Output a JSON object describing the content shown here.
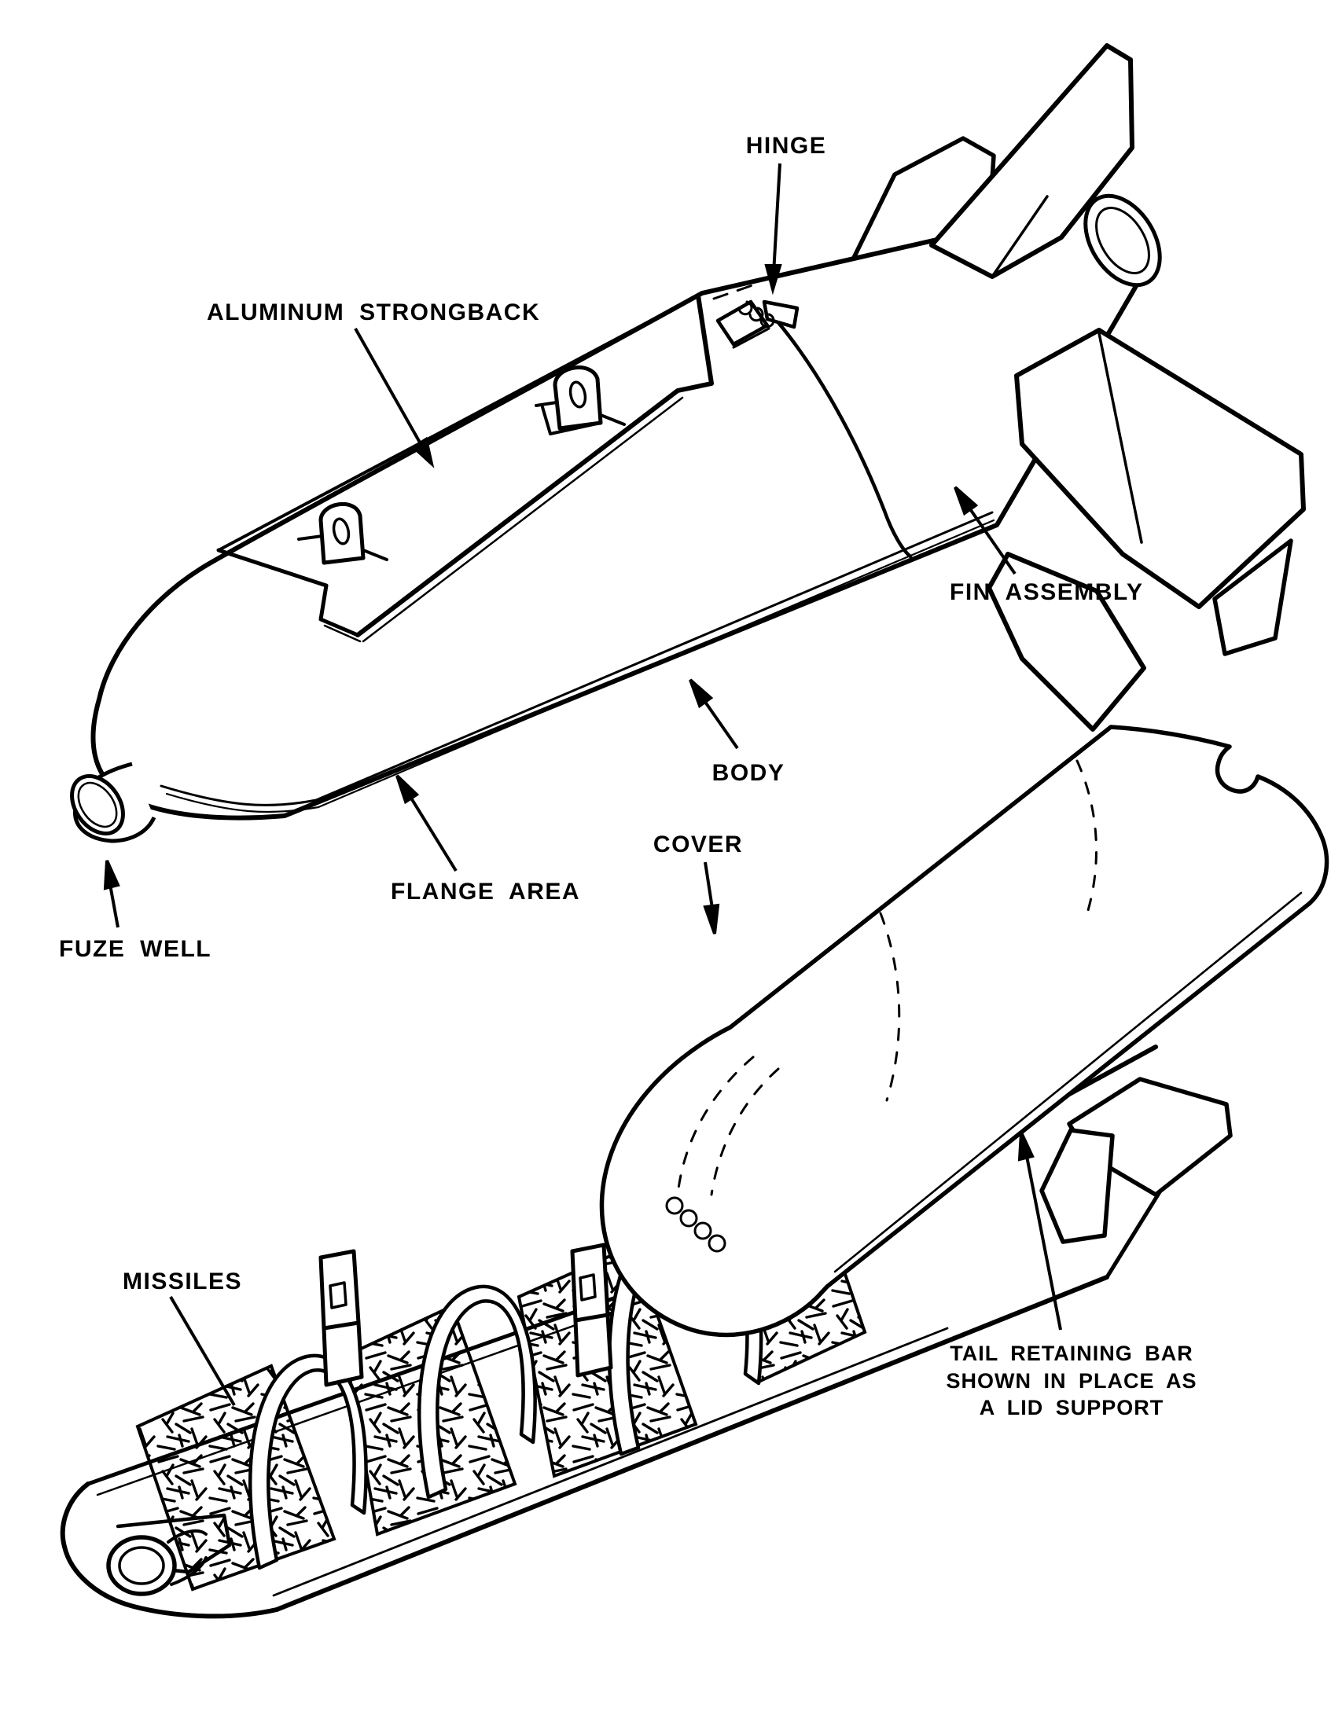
{
  "figure": {
    "title": "Missile dispenser bomb exploded-view technical illustration",
    "background_color": "#ffffff",
    "ink_color": "#000000",
    "labels": {
      "hinge": "HINGE",
      "aluminum_strongback": "ALUMINUM STRONGBACK",
      "fin_assembly": "FIN ASSEMBLY",
      "body": "BODY",
      "cover": "COVER",
      "flange_area": "FLANGE AREA",
      "fuze_well": "FUZE WELL",
      "missiles": "MISSILES",
      "tail_retaining_bar": {
        "line1": "TAIL RETAINING BAR",
        "line2": "SHOWN IN PLACE AS",
        "line3": "A LID SUPPORT"
      }
    }
  }
}
